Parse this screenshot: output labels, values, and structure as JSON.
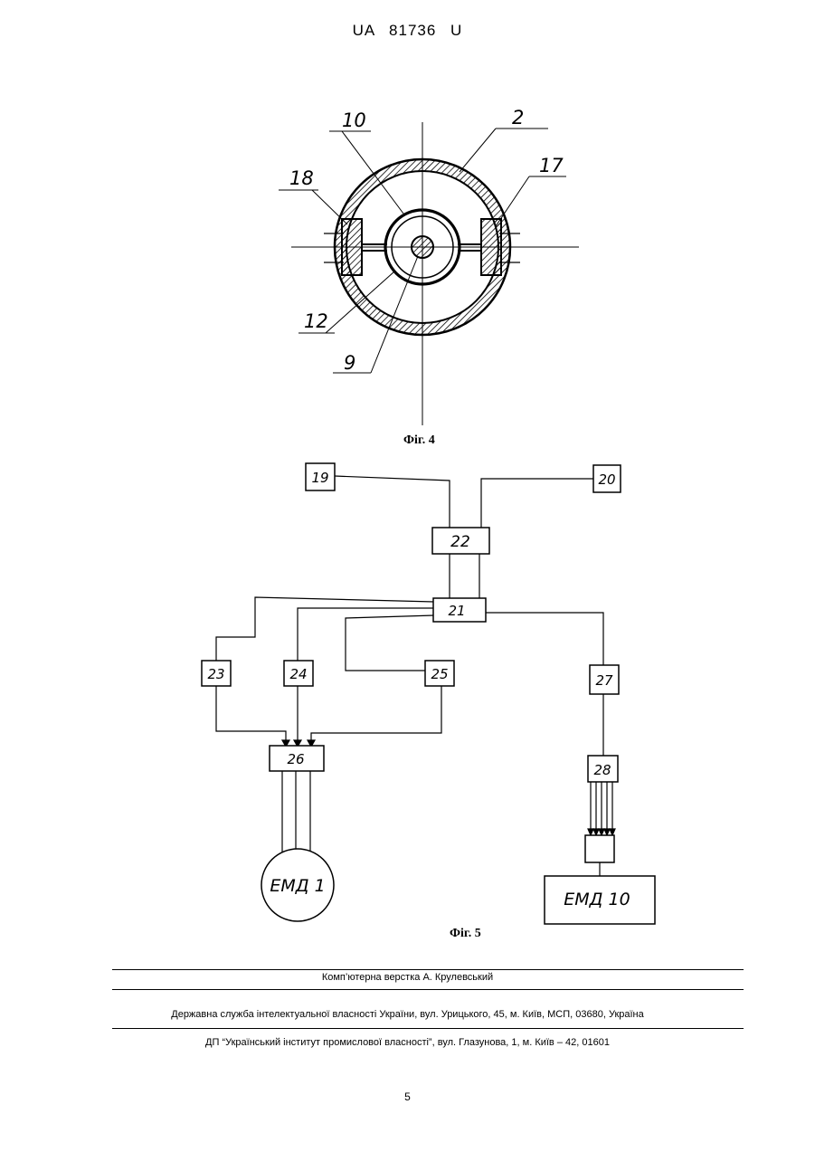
{
  "header": {
    "patent_number": "UA   81736   U"
  },
  "figure4": {
    "caption": "Фіг. 4",
    "labels": {
      "l10": "10",
      "l2": "2",
      "l18": "18",
      "l17": "17",
      "l12": "12",
      "l9": "9"
    }
  },
  "figure5": {
    "caption": "Фіг. 5",
    "blocks": {
      "b19": "19",
      "b20": "20",
      "b22": "22",
      "b21": "21",
      "b23": "23",
      "b24": "24",
      "b25": "25",
      "b27": "27",
      "b26": "26",
      "b28": "28",
      "emd1": "ЕМД 1",
      "emd10": "ЕМД 10"
    }
  },
  "footer": {
    "line1": "Комп’ютерна верстка А. Крулевський",
    "line2": "Державна служба інтелектуальної власності України, вул. Урицького, 45, м. Київ, МСП, 03680, Україна",
    "line3": "ДП “Український інститут промислової власності”, вул. Глазунова, 1, м. Київ – 42, 01601"
  },
  "page_number": "5"
}
